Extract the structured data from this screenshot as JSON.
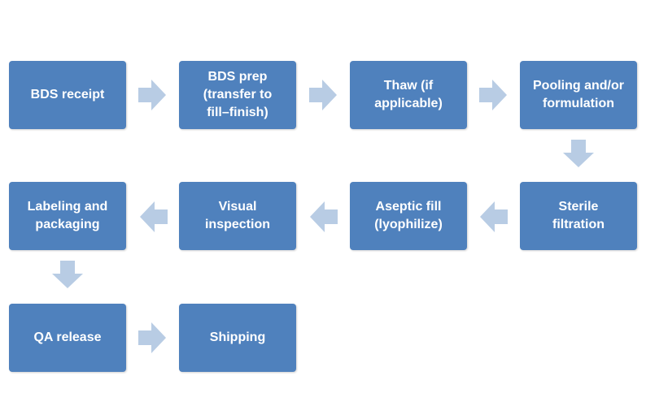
{
  "title": "BDS fill-finish process flow",
  "colors": {
    "box_fill": "#4f81bd",
    "box_text": "#ffffff",
    "arrow_fill": "#b8cce4",
    "background": "#ffffff"
  },
  "steps": [
    {
      "id": "bds-receipt",
      "label": "BDS receipt"
    },
    {
      "id": "bds-prep",
      "label": "BDS prep\n(transfer to\nfill–finish)"
    },
    {
      "id": "thaw",
      "label": "Thaw (if\napplicable)"
    },
    {
      "id": "pooling",
      "label": "Pooling and/or\nformulation"
    },
    {
      "id": "sterile-filtration",
      "label": "Sterile\nfiltration"
    },
    {
      "id": "aseptic-fill",
      "label": "Aseptic fill\n(lyophilize)"
    },
    {
      "id": "visual-inspection",
      "label": "Visual\ninspection"
    },
    {
      "id": "labeling",
      "label": "Labeling and\npackaging"
    },
    {
      "id": "qa-release",
      "label": "QA release"
    },
    {
      "id": "shipping",
      "label": "Shipping"
    }
  ],
  "connections": [
    {
      "from": "bds-receipt",
      "to": "bds-prep",
      "direction": "right"
    },
    {
      "from": "bds-prep",
      "to": "thaw",
      "direction": "right"
    },
    {
      "from": "thaw",
      "to": "pooling",
      "direction": "right"
    },
    {
      "from": "pooling",
      "to": "sterile-filtration",
      "direction": "down"
    },
    {
      "from": "sterile-filtration",
      "to": "aseptic-fill",
      "direction": "left"
    },
    {
      "from": "aseptic-fill",
      "to": "visual-inspection",
      "direction": "left"
    },
    {
      "from": "visual-inspection",
      "to": "labeling",
      "direction": "left"
    },
    {
      "from": "labeling",
      "to": "qa-release",
      "direction": "down"
    },
    {
      "from": "qa-release",
      "to": "shipping",
      "direction": "right"
    }
  ]
}
